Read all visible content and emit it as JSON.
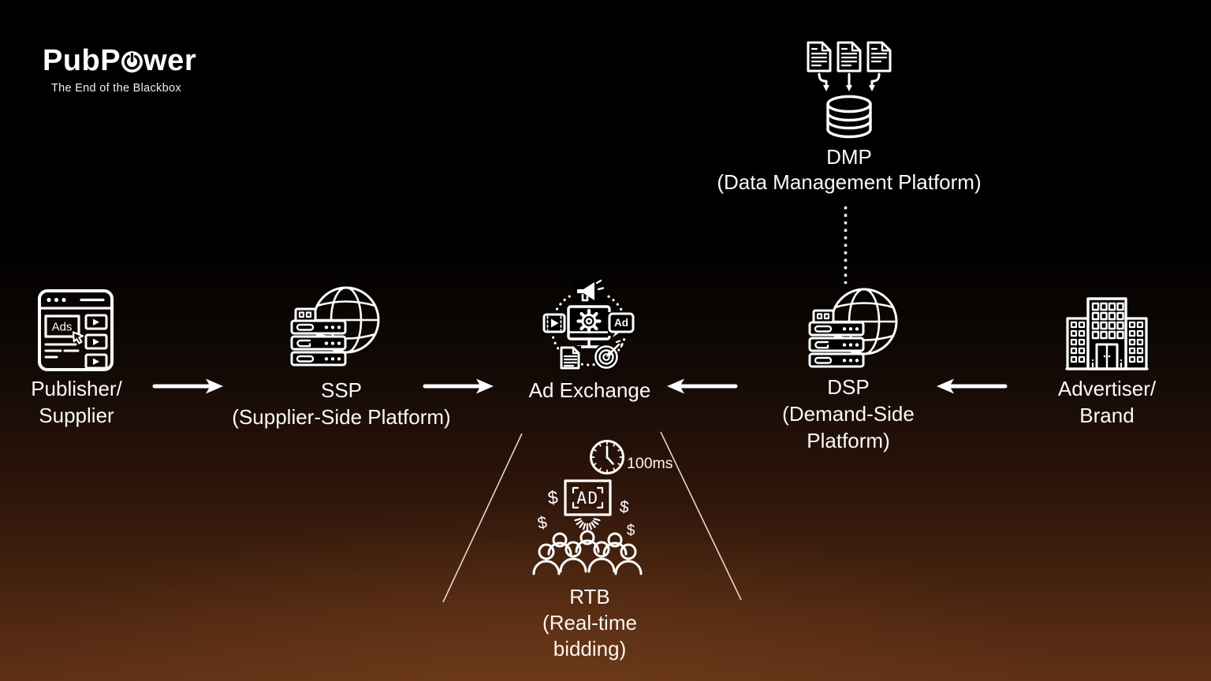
{
  "colors": {
    "text": "#ffffff",
    "background_top": "#000000",
    "background_bottom": "#5f3016",
    "glow": "#7a4322"
  },
  "logo": {
    "brand_prefix": "PubP",
    "brand_suffix": "wer",
    "tagline": "The End of the Blackbox"
  },
  "dmp": {
    "title": "DMP",
    "subtitle": "(Data Management Platform)"
  },
  "nodes": {
    "publisher": {
      "line1": "Publisher/",
      "line2": "Supplier",
      "ads_text": "Ads"
    },
    "ssp": {
      "line1": "SSP",
      "line2": "(Supplier-Side Platform)"
    },
    "adx": {
      "line1": "Ad Exchange",
      "bubble_text": "Ad"
    },
    "dsp": {
      "line1": "DSP",
      "line2": "(Demand-Side",
      "line3": "Platform)"
    },
    "advertiser": {
      "line1": "Advertiser/",
      "line2": "Brand"
    }
  },
  "rtb": {
    "title": "RTB",
    "line2": "(Real-time",
    "line3": "bidding)",
    "latency": "100ms",
    "sign_text": "AD",
    "currency": "$"
  },
  "connections": [
    {
      "from": "Publisher/Supplier",
      "to": "SSP",
      "style": "arrow"
    },
    {
      "from": "SSP",
      "to": "Ad Exchange",
      "style": "arrow"
    },
    {
      "from": "DSP",
      "to": "Ad Exchange",
      "style": "arrow"
    },
    {
      "from": "Advertiser/Brand",
      "to": "DSP",
      "style": "arrow"
    },
    {
      "from": "DMP",
      "to": "DSP",
      "style": "dotted"
    },
    {
      "from": "Ad Exchange",
      "to": "RTB",
      "style": "expansion-lines"
    }
  ],
  "icons": {
    "publisher": "browser-ads-icon",
    "ssp": "server-globe-icon",
    "ad_exchange": "adtech-hub-icon",
    "dsp": "server-globe-icon",
    "advertiser": "office-building-icon",
    "dmp": "documents-to-database-icon",
    "rtb_timer": "clock-icon",
    "rtb_auction": "ad-auction-crowd-icon",
    "logo_power": "power-button-icon"
  }
}
